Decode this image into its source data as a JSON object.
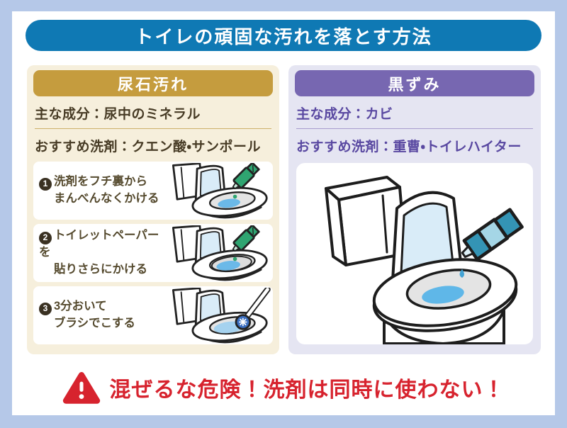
{
  "title": "トイレの頑固な汚れを落とす方法",
  "columns": {
    "left": {
      "header": "尿石汚れ",
      "main_component": "主な成分：尿中のミネラル",
      "recommended_detergent": "おすすめ洗剤：クエン酸・サンポール",
      "steps": [
        {
          "number": "1",
          "lines": [
            "洗剤をフチ裏から",
            "まんべんなくかける"
          ]
        },
        {
          "number": "2",
          "lines": [
            "トイレットペーパーを",
            "貼りさらにかける"
          ]
        },
        {
          "number": "3",
          "lines": [
            "3分おいて",
            "ブラシでこする"
          ]
        }
      ]
    },
    "right": {
      "header": "黒ずみ",
      "main_component": "主な成分：カビ",
      "recommended_detergent": "おすすめ洗剤：重曹・トイレハイター"
    }
  },
  "warning": {
    "text": "混ぜるな危険！洗剤は同時に使わない！"
  },
  "colors": {
    "frame": "#b5c8e8",
    "title_bar": "#0f79b4",
    "left_header": "#c59c3e",
    "left_panel_bg": "#f6efdc",
    "left_text": "#473b25",
    "right_header": "#7767b1",
    "right_panel_bg": "#e5e5f2",
    "right_text": "#5948a1",
    "warning_red": "#d7232e",
    "bottle_green": "#2fa571",
    "bottle_teal": "#3494b5",
    "water_blue": "#5fb7e8"
  }
}
